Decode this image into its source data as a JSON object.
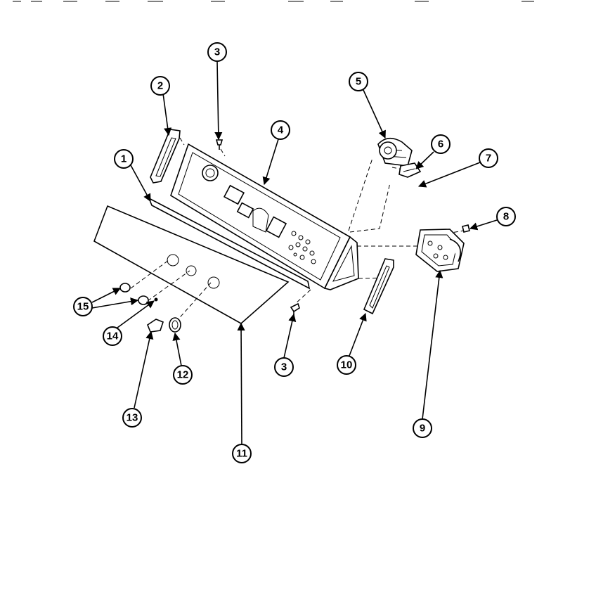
{
  "diagram": {
    "callouts": {
      "c1": "1",
      "c2": "2",
      "c3a": "3",
      "c3b": "3",
      "c4": "4",
      "c5": "5",
      "c6": "6",
      "c7": "7",
      "c8": "8",
      "c9": "9",
      "c10": "10",
      "c11": "11",
      "c12": "12",
      "c13": "13",
      "c14": "14",
      "c15": "15"
    }
  }
}
